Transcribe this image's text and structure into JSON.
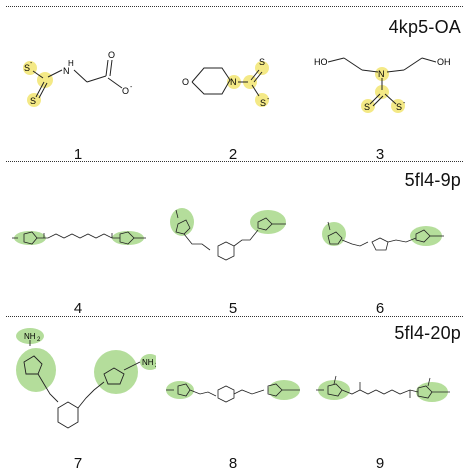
{
  "sections": [
    {
      "title": "4kp5-OA",
      "compounds": [
        "1",
        "2",
        "3"
      ]
    },
    {
      "title": "5fl4-9p",
      "compounds": [
        "4",
        "5",
        "6"
      ]
    },
    {
      "title": "5fl4-20p",
      "compounds": [
        "7",
        "8",
        "9"
      ]
    }
  ],
  "atoms": {
    "s_minus": "S",
    "charge": "-",
    "s": "S",
    "n": "N",
    "nh": "H",
    "o": "O",
    "o_minus": "O",
    "ho": "HO",
    "oh": "OH",
    "nh2": "NH",
    "sub2": "2"
  },
  "colors": {
    "yellow_highlight": "#f3e77a",
    "green_highlight": "#a8d88a",
    "bond": "#222222"
  }
}
